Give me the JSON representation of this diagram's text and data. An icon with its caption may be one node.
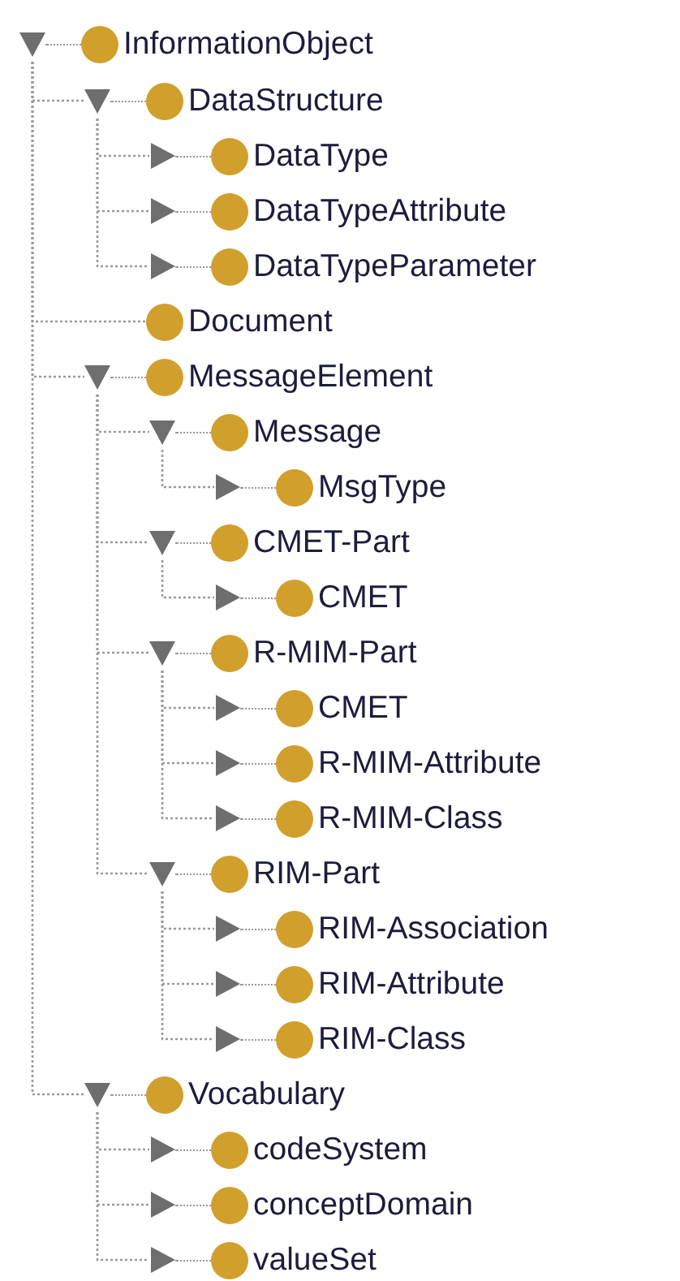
{
  "diagram": {
    "nodes": [
      {
        "text": [
          "InformationObject"
        ]
      },
      {
        "text": [
          "DataStructure"
        ]
      },
      {
        "text": [
          "DataType"
        ]
      },
      {
        "text": [
          "DataTypeAttribute"
        ]
      },
      {
        "text": [
          "DataTypeParameter"
        ]
      },
      {
        "text": [
          "Document"
        ]
      },
      {
        "text": [
          "MessageElement"
        ]
      },
      {
        "text": [
          "Message"
        ]
      },
      {
        "text": [
          "MsgType"
        ]
      },
      {
        "text": [
          "CMET-Part"
        ]
      },
      {
        "text": [
          "CMET"
        ]
      },
      {
        "text": [
          "R-MIM-Part"
        ]
      },
      {
        "text": [
          "CMET"
        ]
      },
      {
        "text": [
          "R-MIM-Attribute"
        ]
      },
      {
        "text": [
          "R-MIM-Class"
        ]
      },
      {
        "text": [
          "RIM-Part"
        ]
      },
      {
        "text": [
          "RIM-Association"
        ]
      },
      {
        "text": [
          "RIM-Attribute"
        ]
      },
      {
        "text": [
          "RIM-Class"
        ]
      },
      {
        "text": [
          "Vocabulary"
        ]
      },
      {
        "text": [
          "codeSystem"
        ]
      },
      {
        "text": [
          "conceptDomain"
        ]
      },
      {
        "text": [
          "valueSet"
        ]
      }
    ],
    "edges": [
      {
        "from": 0,
        "to": 1,
        "arrow": "none",
        "style": "dashed"
      },
      {
        "from": 1,
        "to": 2,
        "arrow": "none",
        "style": "dashed"
      },
      {
        "from": 1,
        "to": 3,
        "arrow": "none",
        "style": "dashed"
      },
      {
        "from": 1,
        "to": 4,
        "arrow": "none",
        "style": "dashed"
      },
      {
        "from": 0,
        "to": 5,
        "arrow": "none",
        "style": "dashed"
      },
      {
        "from": 0,
        "to": 6,
        "arrow": "none",
        "style": "dashed"
      },
      {
        "from": 6,
        "to": 7,
        "arrow": "none",
        "style": "dashed"
      },
      {
        "from": 7,
        "to": 8,
        "arrow": "none",
        "style": "dashed"
      },
      {
        "from": 6,
        "to": 9,
        "arrow": "none",
        "style": "dashed"
      },
      {
        "from": 9,
        "to": 10,
        "arrow": "none",
        "style": "dashed"
      },
      {
        "from": 6,
        "to": 11,
        "arrow": "none",
        "style": "dashed"
      },
      {
        "from": 11,
        "to": 12,
        "arrow": "none",
        "style": "dashed"
      },
      {
        "from": 11,
        "to": 13,
        "arrow": "none",
        "style": "dashed"
      },
      {
        "from": 11,
        "to": 14,
        "arrow": "none",
        "style": "dashed"
      },
      {
        "from": 6,
        "to": 15,
        "arrow": "none",
        "style": "dashed"
      },
      {
        "from": 15,
        "to": 16,
        "arrow": "none",
        "style": "dashed"
      },
      {
        "from": 15,
        "to": 17,
        "arrow": "none",
        "style": "dashed"
      },
      {
        "from": 15,
        "to": 18,
        "arrow": "none",
        "style": "dashed"
      },
      {
        "from": 0,
        "to": 19,
        "arrow": "none",
        "style": "dashed"
      },
      {
        "from": 19,
        "to": 20,
        "arrow": "none",
        "style": "dashed"
      },
      {
        "from": 19,
        "to": 21,
        "arrow": "none",
        "style": "dashed"
      },
      {
        "from": 19,
        "to": 22,
        "arrow": "none",
        "style": "dashed"
      }
    ]
  }
}
